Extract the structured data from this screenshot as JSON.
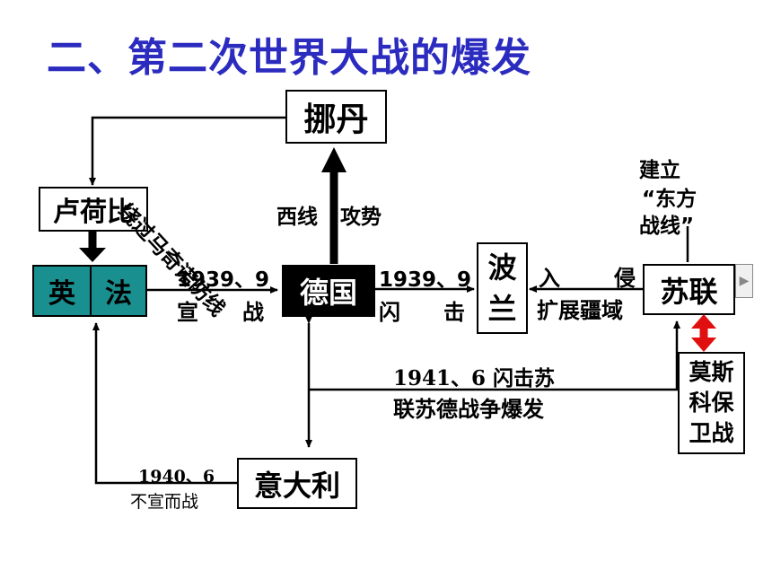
{
  "title": "二、第二次世界大战的爆发",
  "nodes": {
    "denmark": "挪丹",
    "benelux": "卢荷比",
    "britain": "英",
    "france": "法",
    "germany": "德国",
    "poland_1": "波",
    "poland_2": "兰",
    "soviet": "苏联",
    "italy": "意大利",
    "moscow_1": "莫斯",
    "moscow_2": "科保",
    "moscow_3": "卫战"
  },
  "labels": {
    "maginot": "绕过马奇诺防线",
    "western_front_1": "西线",
    "western_front_2": "攻势",
    "war_declared_date": "1939、9",
    "war_declared_1": "宣",
    "war_declared_2": "战",
    "blitz_date": "1939、9",
    "blitz_1": "闪",
    "blitz_2": "击",
    "invade_1": "入",
    "invade_2": "侵",
    "expand": "扩展疆域",
    "eastern_1": "建立",
    "eastern_2": "“东方",
    "eastern_3": "战线”",
    "ussr_war_1": "1941、6  闪击苏",
    "ussr_war_2": "联苏德战争爆发",
    "italy_date": "1940、6",
    "italy_war": "不宣而战"
  },
  "colors": {
    "title": "#2b2bbf",
    "allies_fill": "#1a8f8f",
    "germany_fill": "#000000",
    "highlight_arrow": "#e01010"
  }
}
